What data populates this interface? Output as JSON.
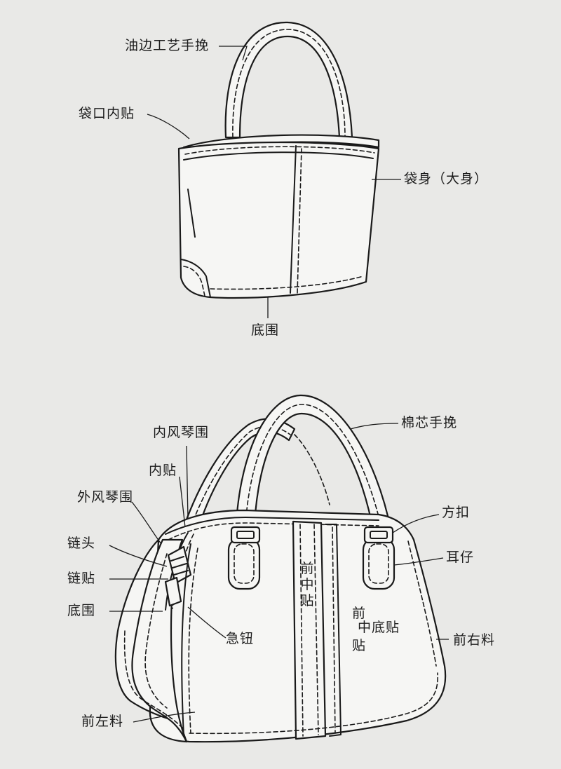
{
  "diagram": {
    "tote": {
      "labels": {
        "handle": "油边工艺手挽",
        "mouth_lining": "袋口内贴",
        "body": "袋身（大身）",
        "bottom_gusset": "底围"
      }
    },
    "bowling_bag": {
      "labels": {
        "cotton_handle": "棉芯手挽",
        "inner_zip_gusset": "内风琴围",
        "inner_lining": "内贴",
        "outer_zip_gusset": "外风琴围",
        "zip_puller": "链头",
        "zip_tape": "链贴",
        "bottom_gusset": "底围",
        "snap_button": "急钮",
        "square_buckle": "方扣",
        "tab": "耳仔",
        "front_center_strip": "前中贴",
        "front_center_bottom_strip_a": "前",
        "front_center_bottom_strip_b": "中底贴",
        "front_center_bottom_strip_c": "贴",
        "front_right_panel": "前右料",
        "front_left_panel": "前左料"
      }
    }
  }
}
